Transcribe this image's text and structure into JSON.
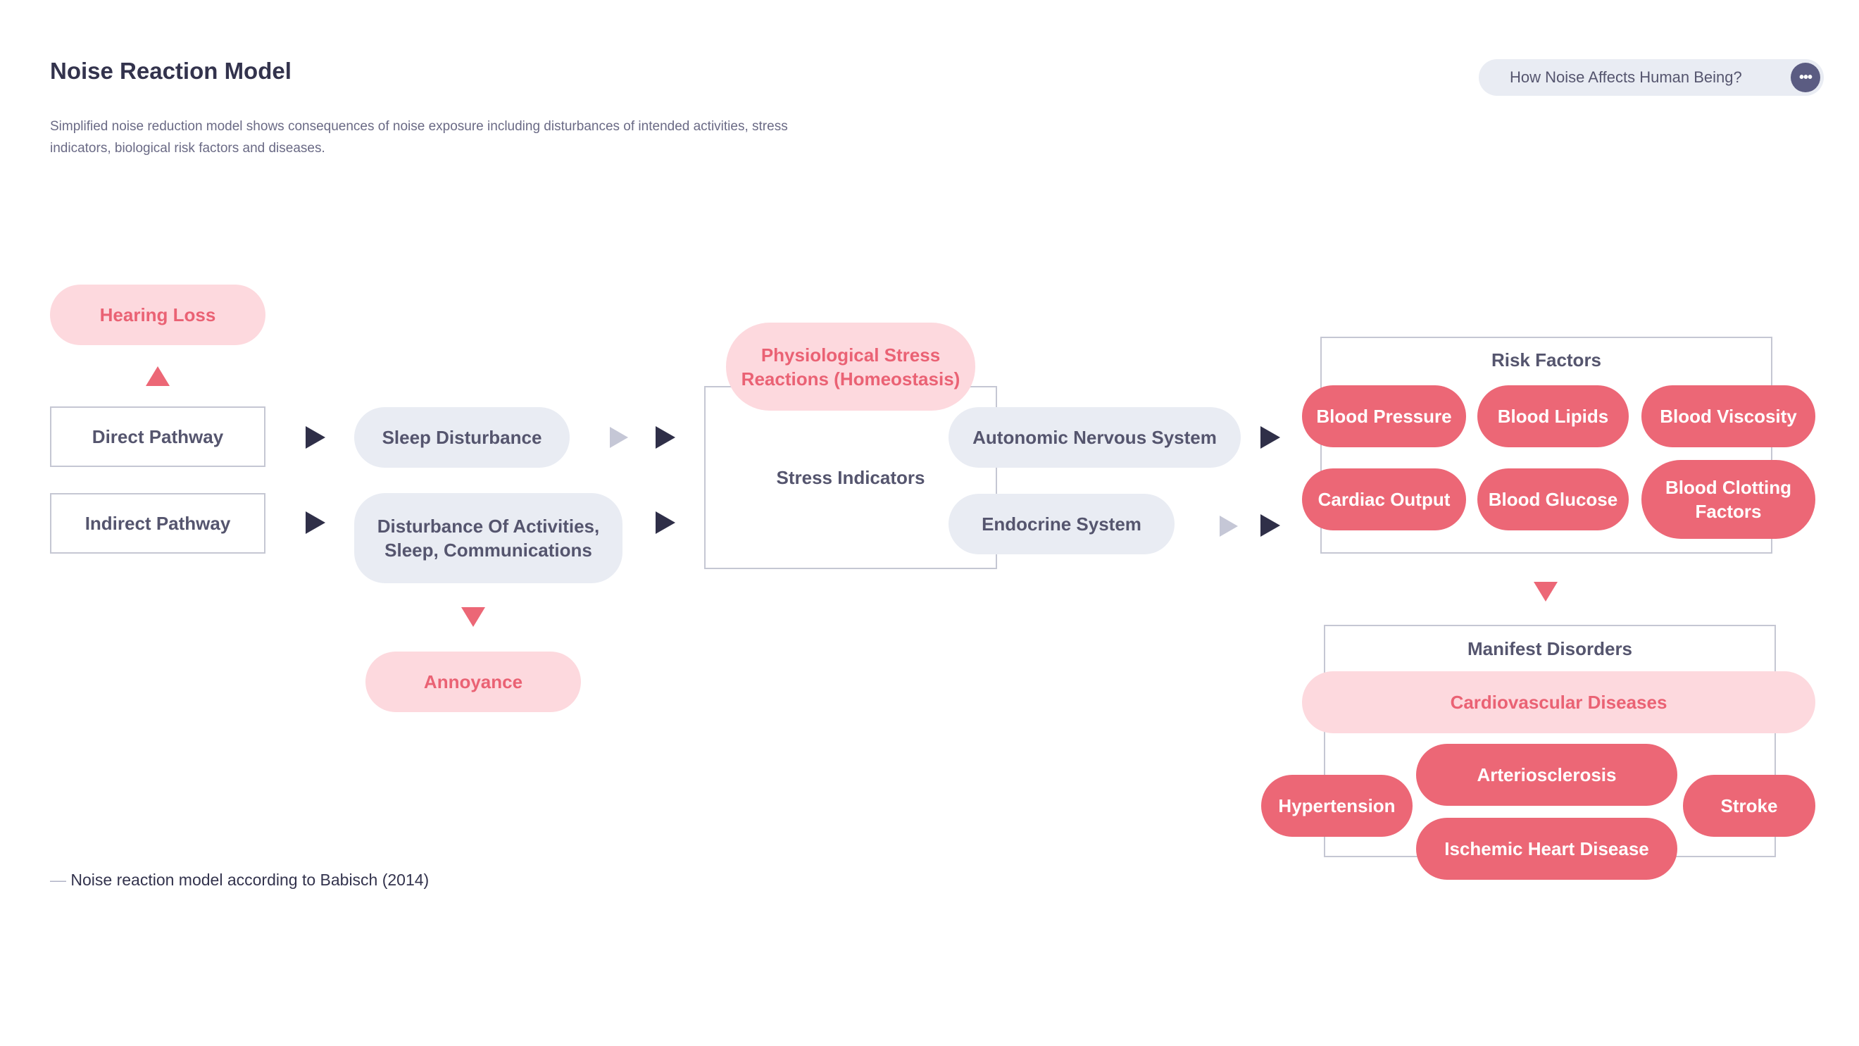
{
  "header": {
    "title": "Noise Reaction Model",
    "subtitle": "Simplified noise reduction model shows consequences of noise exposure including disturbances of intended activities, stress indicators, biological risk factors and diseases."
  },
  "chip": {
    "label": "How Noise Affects Human Being?",
    "more_icon": "more-horizontal-icon"
  },
  "diagram": {
    "hearing_loss": "Hearing Loss",
    "direct_pathway": "Direct Pathway",
    "indirect_pathway": "Indirect Pathway",
    "sleep_disturbance": "Sleep Disturbance",
    "disturbance_activities": "Disturbance Of Activities, Sleep, Communications",
    "annoyance": "Annoyance",
    "physiological_stress": "Physiological Stress Reactions (Homeostasis)",
    "stress_indicators": "Stress Indicators",
    "autonomic_nervous_system": "Autonomic Nervous System",
    "endocrine_system": "Endocrine System",
    "risk_factors": {
      "title": "Risk Factors",
      "items": [
        "Blood Pressure",
        "Blood Lipids",
        "Blood Viscosity",
        "Cardiac Output",
        "Blood Glucose",
        "Blood Clotting Factors"
      ]
    },
    "manifest_disorders": {
      "title": "Manifest Disorders",
      "cardiovascular": "Cardiovascular Diseases",
      "hypertension": "Hypertension",
      "arteriosclerosis": "Arteriosclerosis",
      "ischemic": "Ischemic Heart Disease",
      "stroke": "Stroke"
    }
  },
  "caption": {
    "dash": "—",
    "text": "Noise reaction model according to Babisch (2014)"
  },
  "colors": {
    "accent_red": "#ec6776",
    "light_pink": "#fdd9de",
    "grey_fill": "#e9ecf3",
    "dark_arrow": "#2f2f48",
    "light_arrow": "#c5c7d6"
  }
}
